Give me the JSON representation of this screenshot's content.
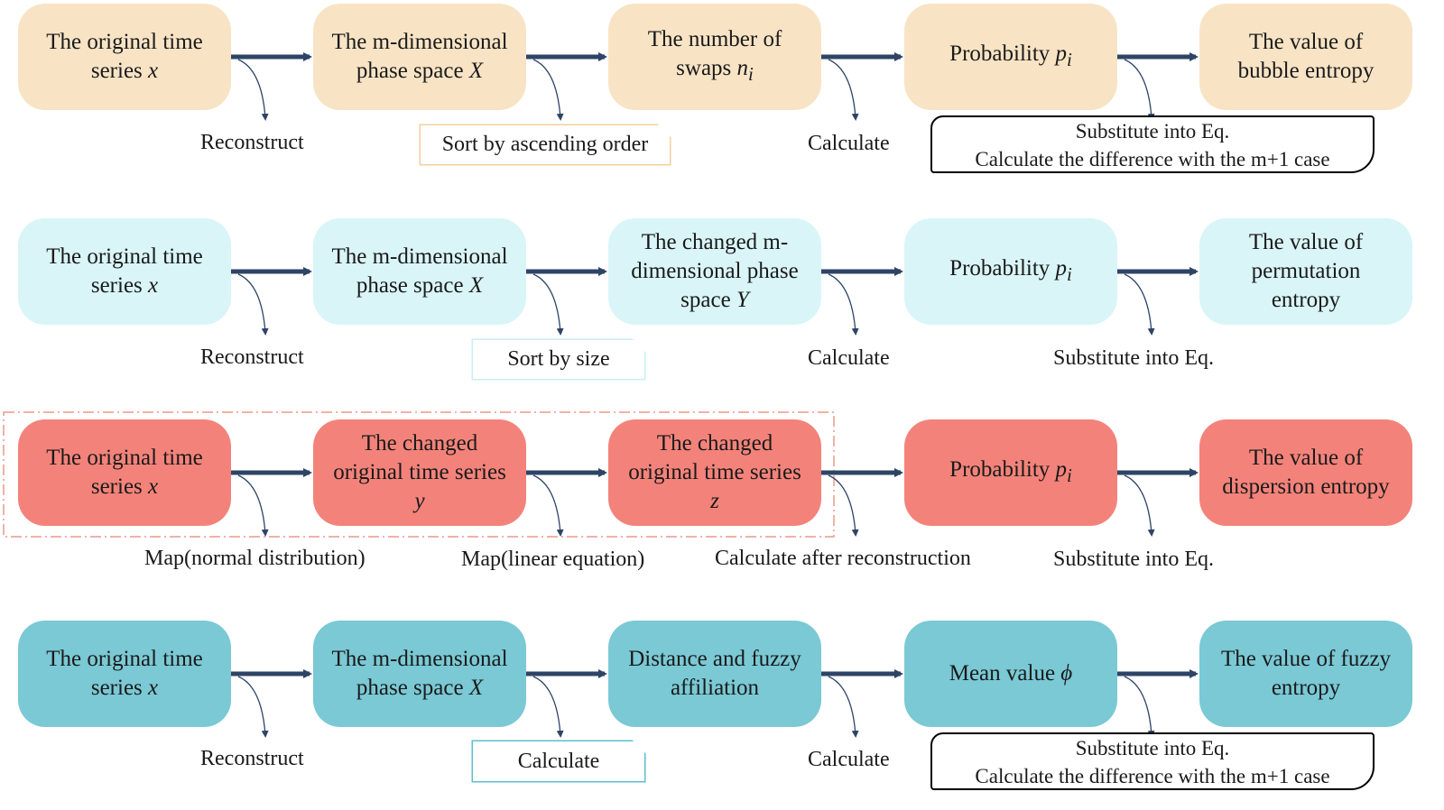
{
  "rows": [
    {
      "id": "bubble",
      "boxes": [
        "The original time series x",
        "The m-dimensional phase space X",
        "The number of swaps n_i",
        "Probability p_i",
        "The value of bubble entropy"
      ],
      "labels": [
        "Reconstruct",
        "Sort by ascending order",
        "Calculate",
        "Substitute into Eq.",
        "Calculate the difference with the m+1 case"
      ]
    },
    {
      "id": "permutation",
      "boxes": [
        "The original time series x",
        "The m-dimensional phase space X",
        "The changed m-dimensional phase space Y",
        "Probability p_i",
        "The value of permutation entropy"
      ],
      "labels": [
        "Reconstruct",
        "Sort by size",
        "Calculate",
        "Substitute into Eq."
      ]
    },
    {
      "id": "dispersion",
      "boxes": [
        "The original time series x",
        "The changed original time series y",
        "The changed original time series z",
        "Probability p_i",
        "The value of dispersion entropy"
      ],
      "labels": [
        "Map(normal distribution)",
        "Map(linear equation)",
        "Calculate after reconstruction",
        "Substitute into Eq."
      ]
    },
    {
      "id": "fuzzy",
      "boxes": [
        "The original time series x",
        "The m-dimensional phase space X",
        "Distance and fuzzy affiliation",
        "Mean value ϕ",
        "The value of fuzzy entropy"
      ],
      "labels": [
        "Reconstruct",
        "Calculate",
        "Calculate",
        "Substitute into Eq.",
        "Calculate the difference with the m+1 case"
      ]
    }
  ],
  "colors": {
    "bubble": "#f8e4c5",
    "permutation": "#d9f5f8",
    "dispersion": "#f3837a",
    "fuzzy": "#7ac9d5",
    "arrow": "#2e4466",
    "bubble_tag_border": "#f3cf9c",
    "perm_tag_border": "#c9eef3",
    "fuzzy_tag_border": "#5bbfcc",
    "dashed_frame": "#e89a8c"
  }
}
